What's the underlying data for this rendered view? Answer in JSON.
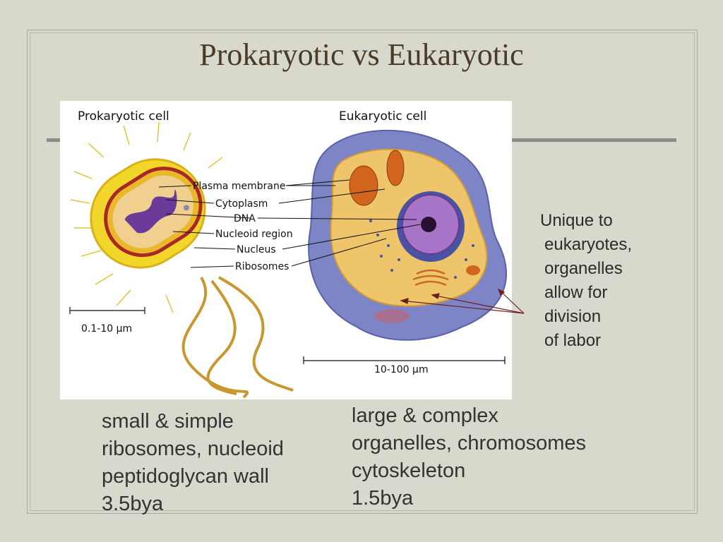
{
  "slide": {
    "title": "Prokaryotic vs Eukaryotic"
  },
  "figure": {
    "prok_header": "Prokaryotic cell",
    "euk_header": "Eukaryotic cell",
    "labels": [
      "Plasma membrane",
      "Cytoplasm",
      "DNA",
      "Nucleoid region",
      "Nucleus",
      "Ribosomes"
    ],
    "prok_scale": "0.1-10 µm",
    "euk_scale": "10-100 µm"
  },
  "note": {
    "lines": [
      "Unique to",
      "eukaryotes,",
      "organelles",
      "allow for",
      "division",
      "of labor"
    ]
  },
  "prokaryote_traits": [
    "small & simple",
    "ribosomes, nucleoid",
    "peptidoglycan wall",
    "3.5bya"
  ],
  "eukaryote_traits": [
    "large & complex",
    "organelles, chromosomes",
    "cytoskeleton",
    "1.5bya"
  ]
}
